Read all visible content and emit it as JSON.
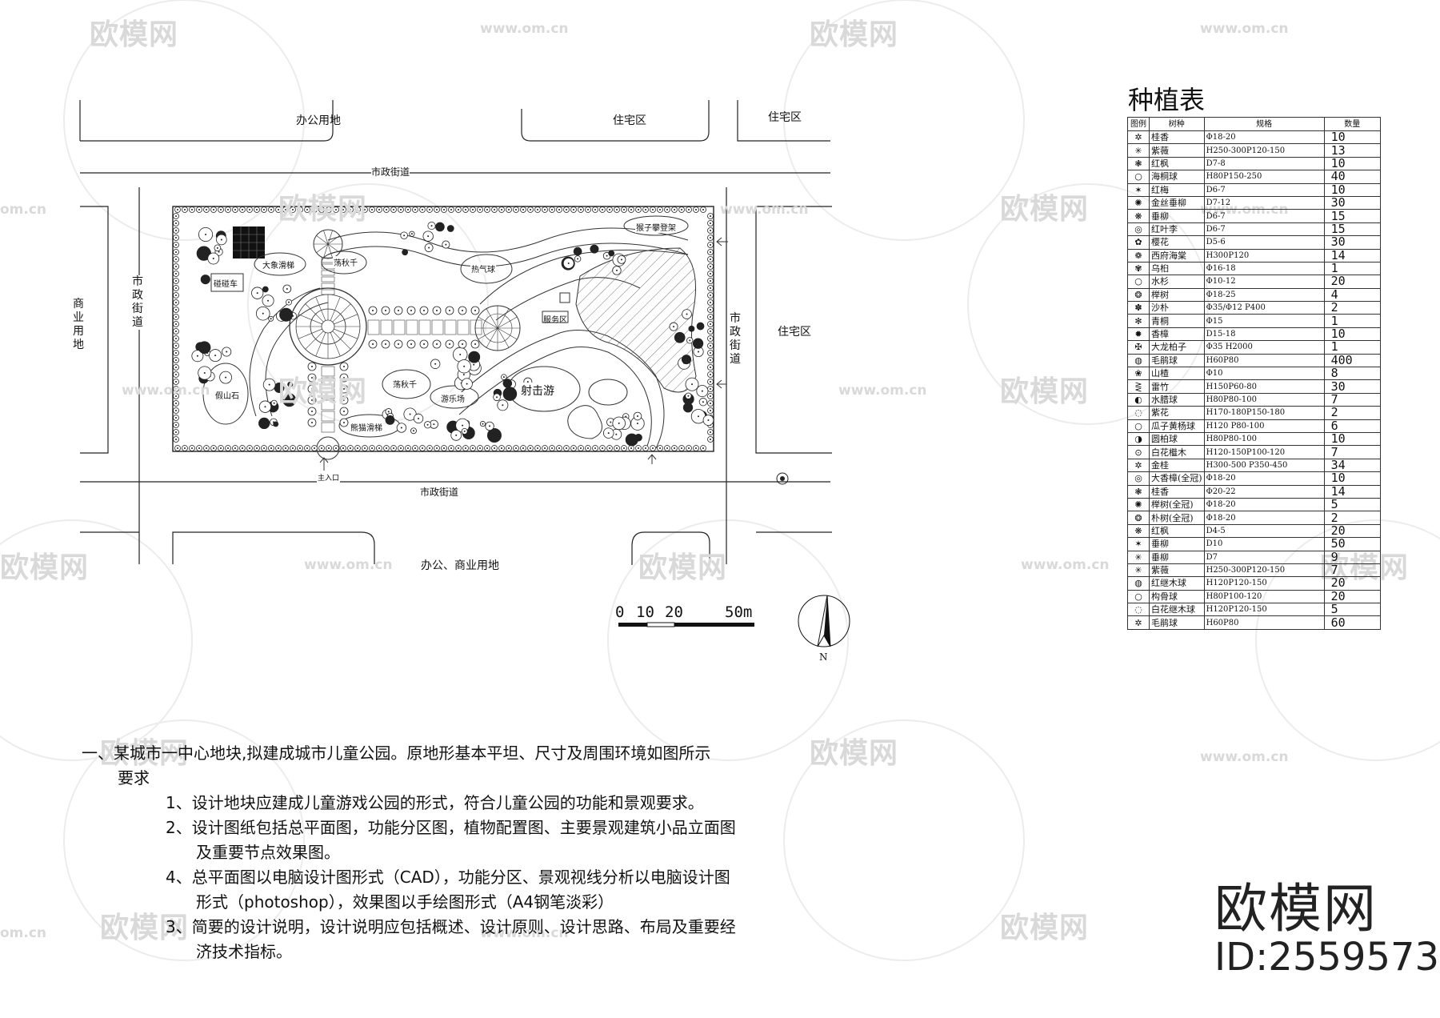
{
  "watermark": {
    "brand": "欧模网",
    "url": "www.om.cn",
    "url_cut": "om.cn"
  },
  "site_plan": {
    "surroundings": {
      "office_land": "办公用地",
      "residential_top": "住宅区",
      "residential_top_right": "住宅区",
      "residential_right": "住宅区",
      "commercial_left": "商业用地",
      "office_commercial_bottom": "办公、商业用地",
      "street_top": "市政街道",
      "street_bottom": "市政街道",
      "street_left": "市政街道",
      "street_right": "市政街道"
    },
    "zones": {
      "bumper_car": "碰碰车",
      "elephant_slide": "大象滑梯",
      "swing_1": "荡秋千",
      "balloon": "热气球",
      "swing_2": "荡秋千",
      "castle": "猴子攀登架",
      "service": "服务区",
      "rock_garden": "假山石",
      "panda_slide": "熊猫滑梯",
      "plaza": "游乐场",
      "shooting": "射击游",
      "main_entrance": "主入口"
    },
    "scale_bar": {
      "zero": "0",
      "ten": "10",
      "twenty": "20",
      "fifty": "50m"
    },
    "north": "N"
  },
  "planting_table": {
    "title": "种植表",
    "headers": {
      "icon": "图例",
      "name": "树种",
      "spec": "规格",
      "qty": "数量"
    },
    "rows": [
      {
        "icon": "✲",
        "name": "桂香",
        "spec": "Φ18-20",
        "qty": "10"
      },
      {
        "icon": "✳",
        "name": "紫薇",
        "spec": "H250-300P120-150",
        "qty": "13"
      },
      {
        "icon": "❃",
        "name": "红枫",
        "spec": "D7-8",
        "qty": "10"
      },
      {
        "icon": "○",
        "name": "海桐球",
        "spec": "H80P150-250",
        "qty": "40"
      },
      {
        "icon": "✶",
        "name": "红梅",
        "spec": "D6-7",
        "qty": "10"
      },
      {
        "icon": "✺",
        "name": "金丝垂柳",
        "spec": "D7-12",
        "qty": "30"
      },
      {
        "icon": "❋",
        "name": "垂柳",
        "spec": "D6-7",
        "qty": "15"
      },
      {
        "icon": "◎",
        "name": "红叶李",
        "spec": "D6-7",
        "qty": "15"
      },
      {
        "icon": "✿",
        "name": "樱花",
        "spec": "D5-6",
        "qty": "30"
      },
      {
        "icon": "❁",
        "name": "西府海棠",
        "spec": "H300P120",
        "qty": "14"
      },
      {
        "icon": "✾",
        "name": "乌桕",
        "spec": "Φ16-18",
        "qty": "1"
      },
      {
        "icon": "○",
        "name": "水杉",
        "spec": "Φ10-12",
        "qty": "20"
      },
      {
        "icon": "❂",
        "name": "榉树",
        "spec": "Φ18-25",
        "qty": "4"
      },
      {
        "icon": "✽",
        "name": "沙朴",
        "spec": "Φ35/Φ12 P400",
        "qty": "2"
      },
      {
        "icon": "✻",
        "name": "青桐",
        "spec": "Φ15",
        "qty": "1"
      },
      {
        "icon": "✹",
        "name": "香樟",
        "spec": "D15-18",
        "qty": "10"
      },
      {
        "icon": "✠",
        "name": "大龙柏子",
        "spec": "Φ35 H2000",
        "qty": "1"
      },
      {
        "icon": "◍",
        "name": "毛鹃球",
        "spec": "H60P80",
        "qty": "400"
      },
      {
        "icon": "❀",
        "name": "山楂",
        "spec": "Φ10",
        "qty": "8"
      },
      {
        "icon": "⋛",
        "name": "雷竹",
        "spec": "H150P60-80",
        "qty": "30"
      },
      {
        "icon": "◐",
        "name": "水腊球",
        "spec": "H80P80-100",
        "qty": "7"
      },
      {
        "icon": "◌",
        "name": "紫花",
        "spec": "H170-180P150-180",
        "qty": "2"
      },
      {
        "icon": "○",
        "name": "瓜子黄杨球",
        "spec": "H120 P80-100",
        "qty": "6"
      },
      {
        "icon": "◑",
        "name": "圆柏球",
        "spec": "H80P80-100",
        "qty": "10"
      },
      {
        "icon": "⊙",
        "name": "白花檵木",
        "spec": "H120-150P100-120",
        "qty": "7"
      },
      {
        "icon": "✲",
        "name": "金桂",
        "spec": "H300-500 P350-450",
        "qty": "34"
      },
      {
        "icon": "◎",
        "name": "大香樟(全冠)",
        "spec": "Φ18-20",
        "qty": "10"
      },
      {
        "icon": "❃",
        "name": "桂香",
        "spec": "Φ20-22",
        "qty": "14"
      },
      {
        "icon": "✺",
        "name": "榉树(全冠)",
        "spec": "Φ18-20",
        "qty": "5"
      },
      {
        "icon": "❂",
        "name": "朴树(全冠)",
        "spec": "Φ18-20",
        "qty": "2"
      },
      {
        "icon": "❋",
        "name": "红枫",
        "spec": "D4-5",
        "qty": "20"
      },
      {
        "icon": "✶",
        "name": "垂柳",
        "spec": "D10",
        "qty": "50"
      },
      {
        "icon": "✳",
        "name": "垂柳",
        "spec": "D7",
        "qty": "9"
      },
      {
        "icon": "✳",
        "name": "紫薇",
        "spec": "H250-300P120-150",
        "qty": "7"
      },
      {
        "icon": "◍",
        "name": "红继木球",
        "spec": "H120P120-150",
        "qty": "20"
      },
      {
        "icon": "○",
        "name": "构骨球",
        "spec": "H80P100-120",
        "qty": "20"
      },
      {
        "icon": "◌",
        "name": "白花继木球",
        "spec": "H120P120-150",
        "qty": "5"
      },
      {
        "icon": "✲",
        "name": "毛鹃球",
        "spec": "H60P80",
        "qty": "60"
      }
    ]
  },
  "requirements": {
    "intro_line1": "一、某城市一中心地块,拟建成城市儿童公园。原地形基本平坦、尺寸及周围环境如图所示",
    "intro_line2": "要求",
    "item1": "1、设计地块应建成儿童游戏公园的形式，符合儿童公园的功能和景观要求。",
    "item2_line1": "2、设计图纸包括总平面图，功能分区图，植物配置图、主要景观建筑小品立面图",
    "item2_line2": "及重要节点效果图。",
    "item3_line1": "4、总平面图以电脑设计图形式（CAD），功能分区、景观视线分析以电脑设计图",
    "item3_line2": "形式（photoshop），效果图以手绘图形式（A4钢笔淡彩）",
    "item4_line1": "3、简要的设计说明，设计说明应包括概述、设计原则、设计思路、布局及重要经",
    "item4_line2": "济技术指标。"
  },
  "brand_block": {
    "logo": "欧模网",
    "id": "ID:2559573"
  }
}
